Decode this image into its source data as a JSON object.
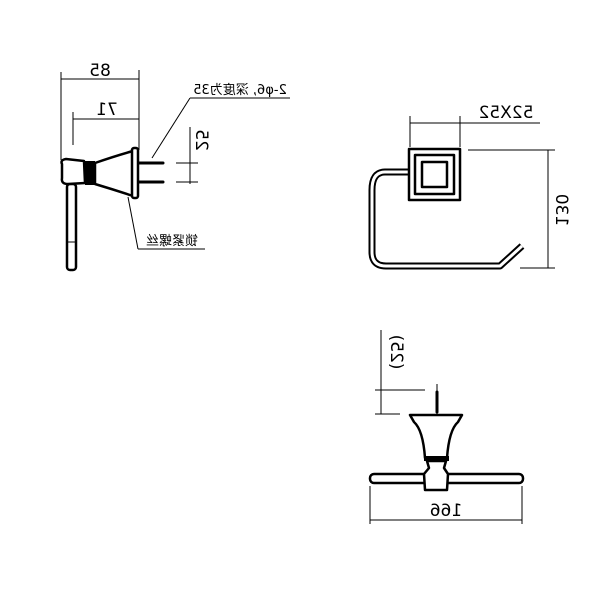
{
  "side_view": {
    "dim_overall": "85",
    "dim_body": "71",
    "dim_screw_spacing": "25",
    "screw_note": "2-φ6, 深度为35",
    "set_screw_note": "锁紧螺丝"
  },
  "front_view": {
    "dim_base": "52X52",
    "dim_height": "130"
  },
  "top_view": {
    "dim_screw_spacing": "(25)",
    "dim_width": "166"
  }
}
